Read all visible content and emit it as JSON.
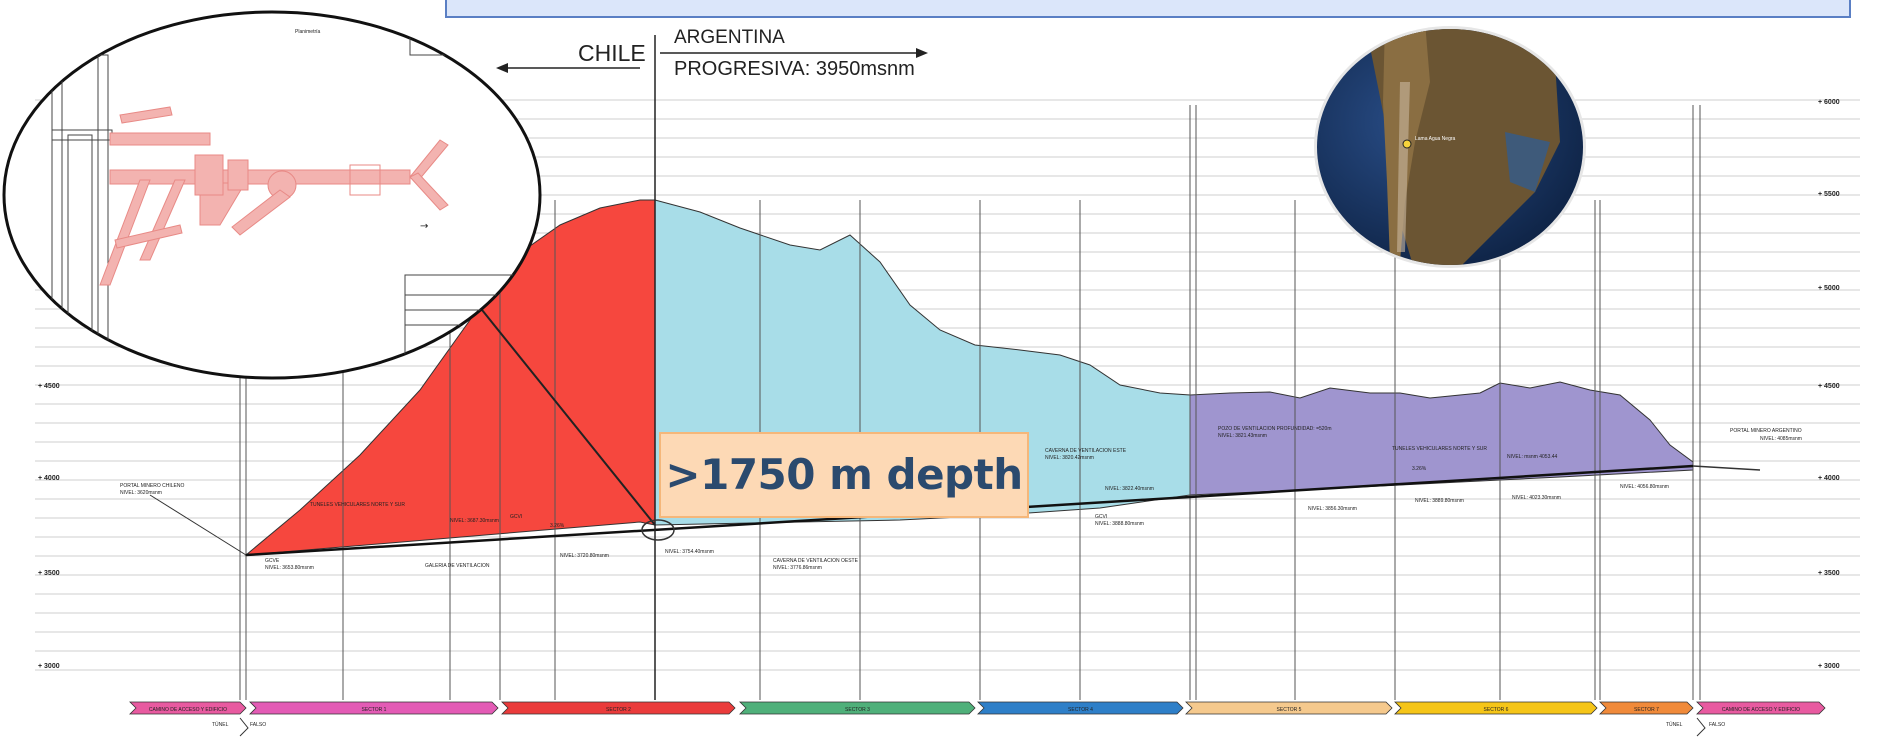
{
  "header": {
    "chile_label": "CHILE",
    "argentina_label": "ARGENTINA",
    "progresiva_label": "PROGRESIVA: 3950msnm"
  },
  "callout": {
    "text": ">1750 m depth",
    "fill": "#fdd9b5",
    "text_color": "#2b4a6e"
  },
  "profile": {
    "colors": {
      "chile_section": "#f6473e",
      "argentina_upper": "#a8dde8",
      "argentina_lower": "#9f95cf"
    },
    "elevation_labels_left": [
      "+ 4500",
      "+ 4000",
      "+ 3500",
      "+ 3000"
    ],
    "elevation_labels_right": [
      "+ 6000",
      "+ 5500",
      "+ 5000",
      "+ 4500",
      "+ 4000",
      "+ 3500",
      "+ 3000"
    ],
    "annotations": {
      "portal_chileno": "PORTAL MINERO CHILENO",
      "portal_chileno_nivel": "NIVEL: 3620msnm",
      "tuneles_vehiculares_1": "TUNELES VEHICULARES NORTE Y SUR",
      "galeria": "GALERIA DE VENTILACION",
      "gcve_1": "GCVE",
      "nivel_3653": "NIVEL: 3653.80msnm",
      "nivel_3687": "NIVEL: 3687.30msnm",
      "grade_1": "3.26%",
      "gcvi_1": "GCVI",
      "nivel_3720": "NIVEL: 3720.80msnm",
      "caverna_oeste": "CAVERNA DE VENTILACION OESTE",
      "nivel_3776": "NIVEL: 3776.86msnm",
      "nivel_3754": "NIVEL: 3754.40msnm",
      "caverna_este": "CAVERNA DE VENTILACION ESTE",
      "nivel_3820": "NIVEL: 3820.42msnm",
      "nivel_3822": "NIVEL: 3822.40msnm",
      "gcvi_2": "GCVI",
      "nivel_3888": "NIVEL: 3888.80msnm",
      "pozo": "POZO DE VENTILACION PROFUNDIDAD: =520m",
      "nivel_3821": "NIVEL: 3821.43msnm",
      "tuneles_vehiculares_2": "TUNELES VEHICULARES NORTE Y SUR",
      "grade_2": "3.26%",
      "nivel_3856": "NIVEL: 3856.30msnm",
      "nivel_3889": "NIVEL: 3889.80msnm",
      "nivel_4023": "NIVEL: 4023.30msnm",
      "nivel_4053": "NIVEL: msnm 4053.44",
      "nivel_4056": "NIVEL: 4056.80msnm",
      "portal_argentino": "PORTAL MINERO ARGENTINO",
      "portal_argentino_nivel": "NIVEL: 4085msnm"
    }
  },
  "sectors": {
    "labels": [
      "CAMINO DE ACCESO Y EDIFICIO",
      "SECTOR 1",
      "SECTOR 2",
      "SECTOR 3",
      "SECTOR 4",
      "SECTOR 5",
      "SECTOR 6",
      "SECTOR 7",
      "CAMINO DE ACCESO Y EDIFICIO"
    ],
    "colors": [
      "#e85aa0",
      "#e35bb5",
      "#ea3b3b",
      "#4fb07a",
      "#2e7fc8",
      "#f5c98d",
      "#f5c518",
      "#f08a3a",
      "#e85aa0"
    ],
    "tunel_left": "TÚNEL",
    "falso_left": "FALSO",
    "tunel_right": "TÚNEL",
    "falso_right": "FALSO"
  },
  "inset": {
    "title": "Planimetría"
  },
  "map": {
    "pin_label": "Lama Agua Negra"
  }
}
